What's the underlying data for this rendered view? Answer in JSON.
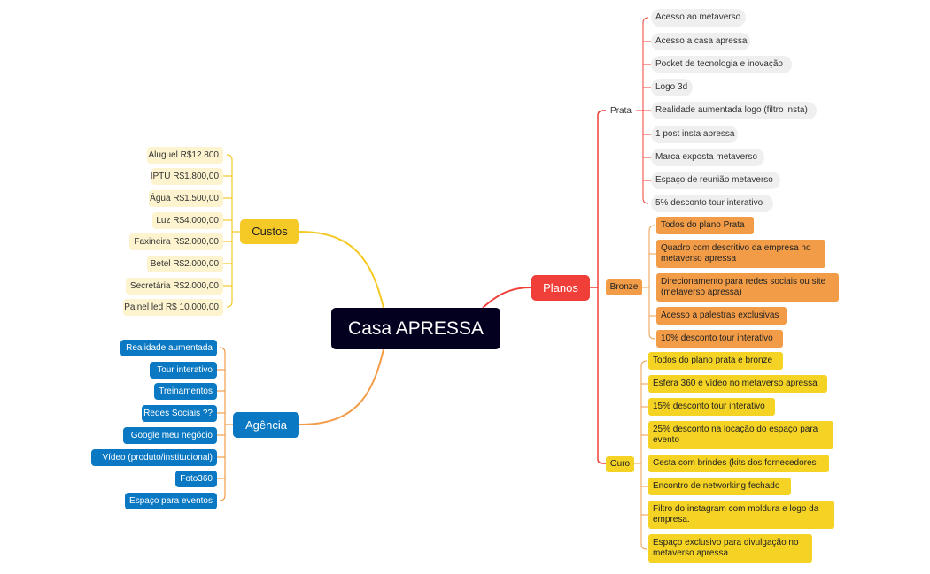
{
  "central": {
    "label": "Casa APRESSA"
  },
  "custos": {
    "label": "Custos",
    "items": [
      "Aluguel R$12.800",
      "IPTU R$1.800,00",
      "Água R$1.500,00",
      "Luz R$4.000,00",
      "Faxineira R$2.000,00",
      "Betel R$2.000,00",
      "Secretária R$2.000,00",
      "Painel led R$ 10.000,00"
    ]
  },
  "agencia": {
    "label": "Agência",
    "items": [
      "Realidade aumentada",
      "Tour interativo",
      "Treinamentos",
      "Redes Sociais ??",
      "Google meu negócio",
      "Vídeo (produto/institucional)",
      "Foto360",
      "Espaço para eventos"
    ]
  },
  "planos": {
    "label": "Planos",
    "prata": {
      "label": "Prata",
      "items": [
        "Acesso ao metaverso",
        "Acesso a casa apressa",
        "Pocket de tecnologia e inovação",
        "Logo 3d",
        "Realidade aumentada logo (filtro insta)",
        "1 post insta apressa",
        "Marca exposta metaverso",
        "Espaço de reunião metaverso",
        "5% desconto tour interativo"
      ]
    },
    "bronze": {
      "label": "Bronze",
      "items": [
        "Todos do plano Prata",
        "Quadro com descritivo da empresa no metaverso apressa",
        "Direcionamento para redes sociais ou site (metaverso apressa)",
        "Acesso a palestras exclusivas",
        "10% desconto tour interativo"
      ]
    },
    "ouro": {
      "label": "Ouro",
      "items": [
        "Todos do plano prata e bronze",
        "Esfera 360 e vídeo no metaverso apressa",
        "15% desconto tour interativo",
        "25% desconto na locação do espaço para evento",
        "Cesta com brindes (kits dos fornecedores",
        "Encontro de networking fechado",
        "Filtro do instagram com moldura e logo da empresa.",
        "Espaço exclusivo para divulgação no metaverso apressa"
      ]
    }
  },
  "colors": {
    "central": "#03001f",
    "custos": "#f5c926",
    "agencia": "#0a78c2",
    "planos": "#f03f39",
    "bronze": "#f29c48",
    "ouro": "#f5d324"
  }
}
